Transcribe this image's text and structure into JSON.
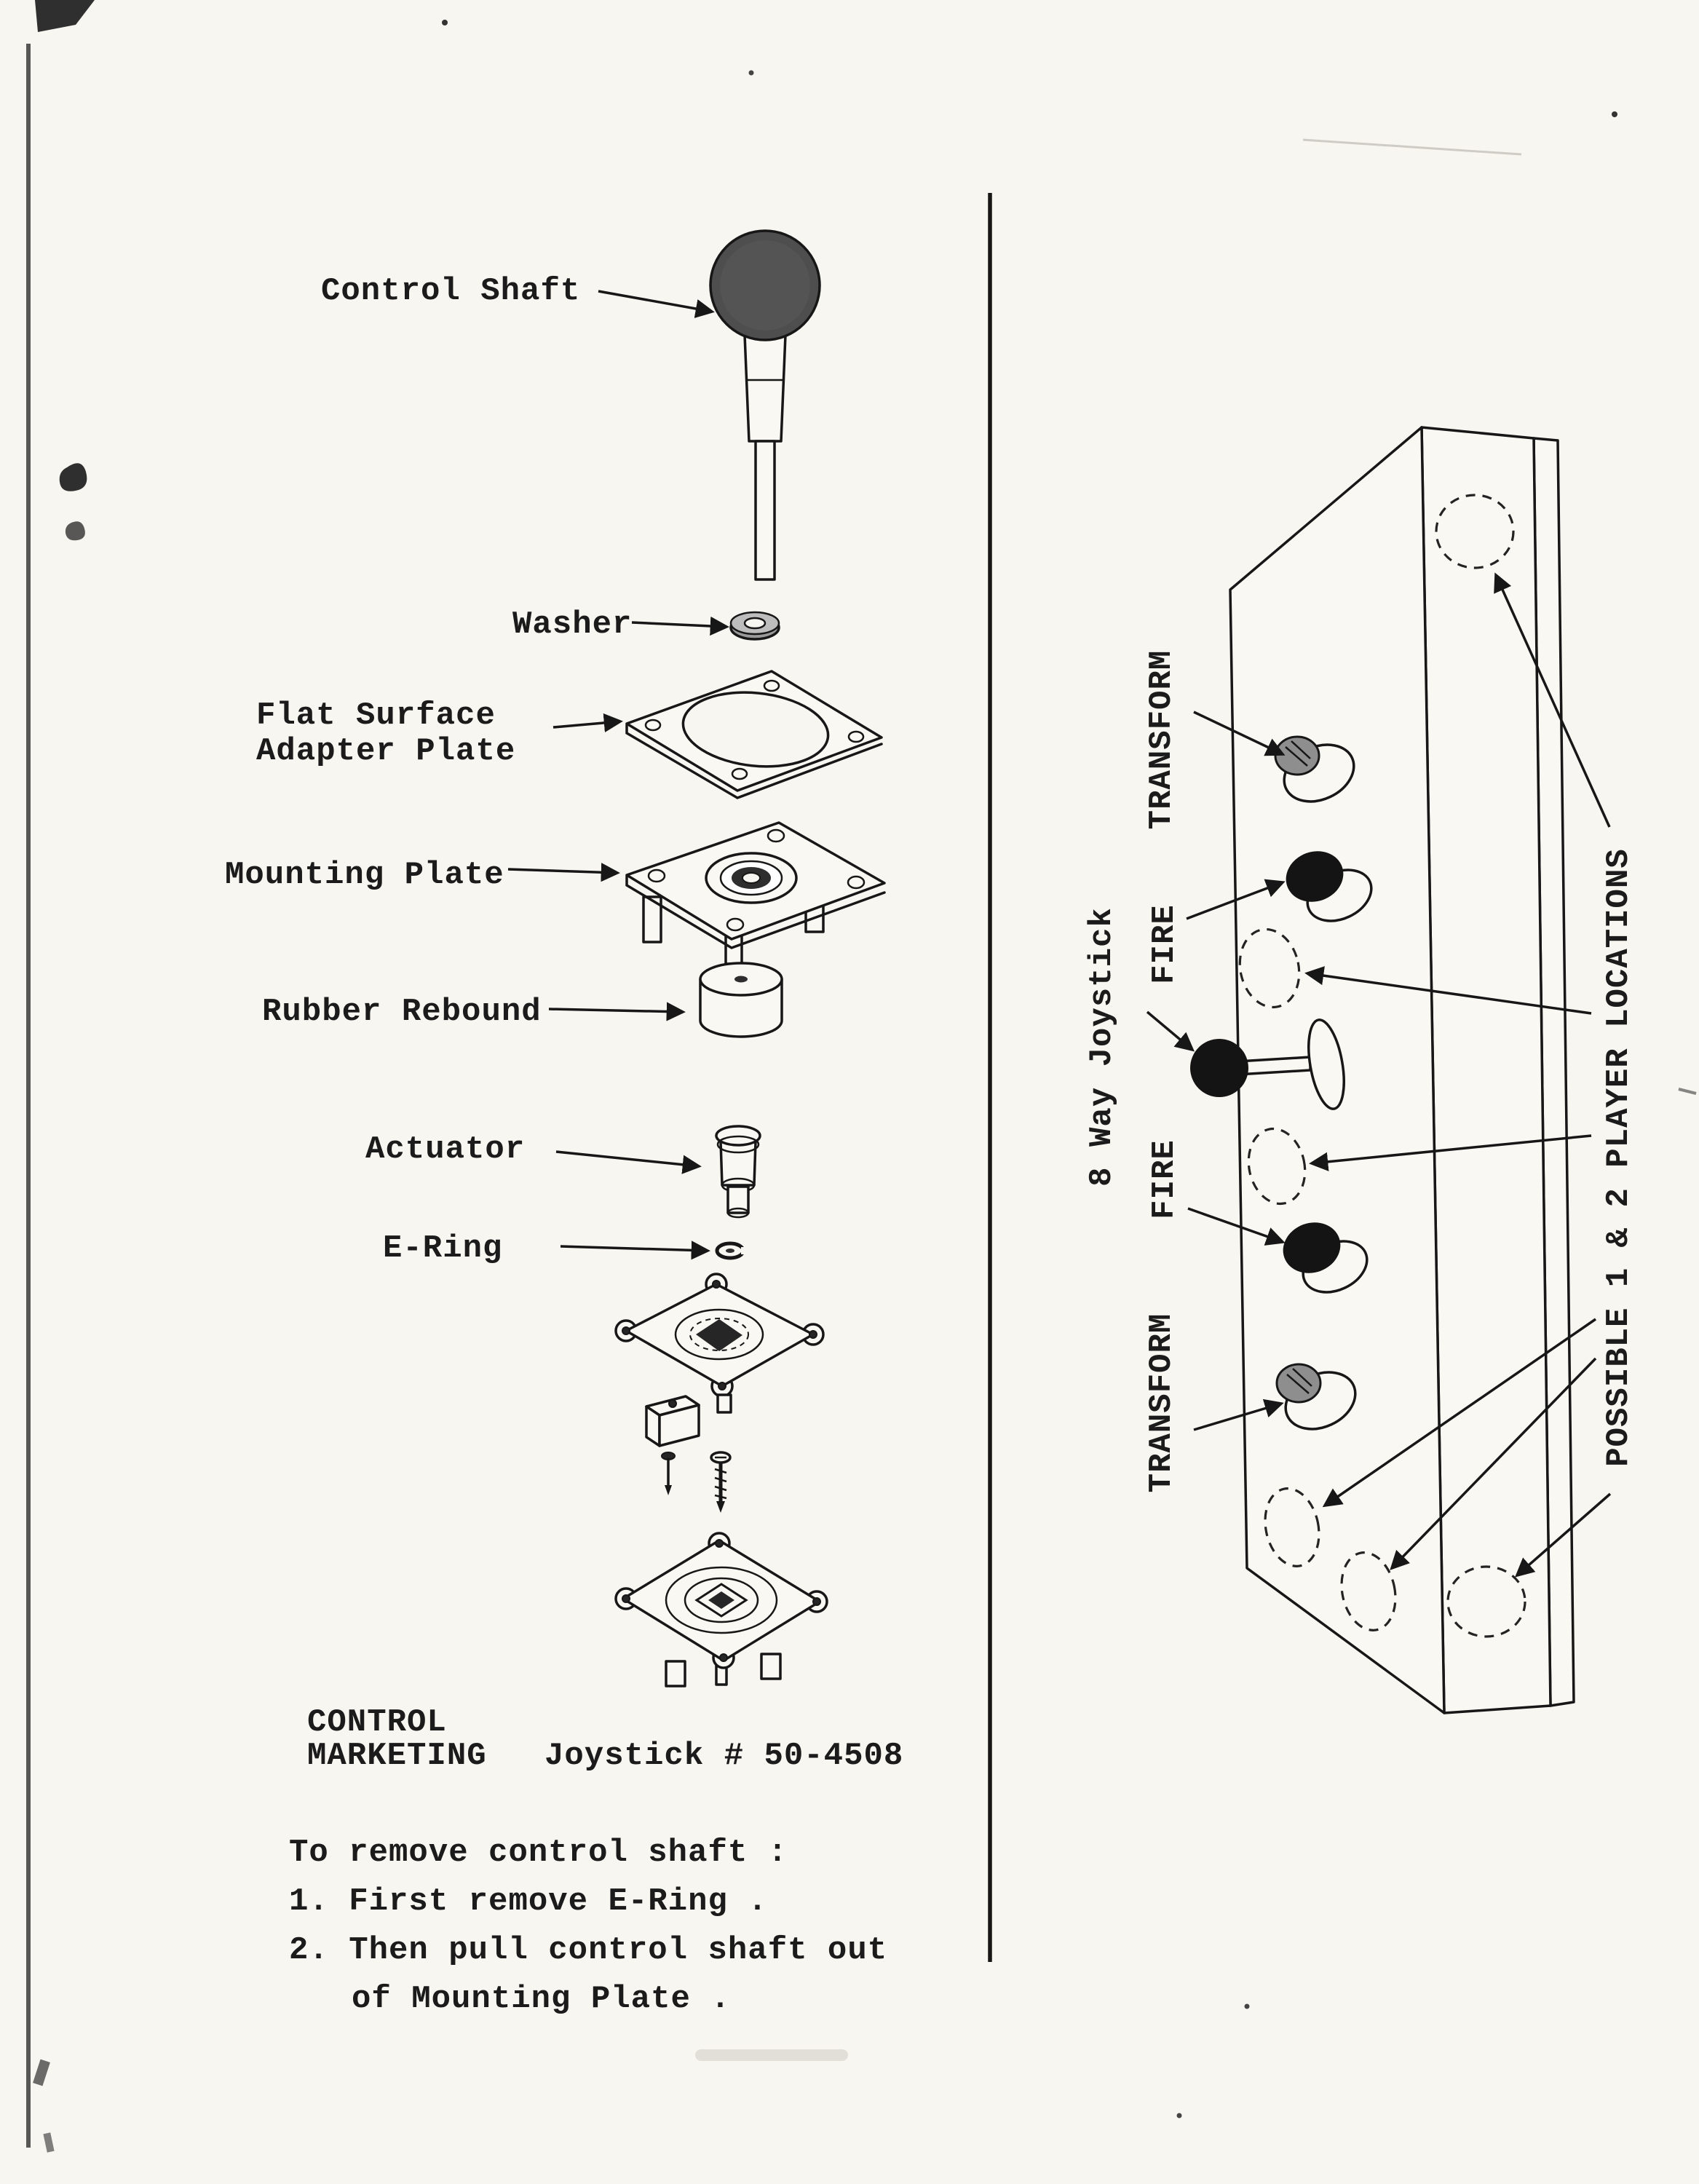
{
  "exploded_view": {
    "labels": {
      "control_shaft": "Control Shaft",
      "washer": "Washer",
      "flat_plate_1": "Flat Surface",
      "flat_plate_2": "Adapter Plate",
      "mounting_plate": "Mounting Plate",
      "rubber_rebound": "Rubber Rebound",
      "actuator": "Actuator",
      "e_ring": "E-Ring"
    },
    "title": {
      "company_1": "CONTROL",
      "company_2": "MARKETING",
      "part": "Joystick # 50-4508"
    },
    "instructions": {
      "heading": "To remove control shaft :",
      "step_1": "1. First remove E-Ring .",
      "step_2a": "2. Then pull control shaft out",
      "step_2b": "of Mounting Plate ."
    }
  },
  "panel_view": {
    "labels": {
      "transform_top": "TRANSFORM",
      "fire_top": "FIRE",
      "joystick": "8 Way Joystick",
      "fire_bottom": "FIRE",
      "transform_bottom": "TRANSFORM",
      "player_locations": "POSSIBLE 1 & 2 PLAYER LOCATIONS"
    }
  },
  "colors": {
    "paper": "#f7f6f1",
    "ink": "#1b1b1b"
  }
}
